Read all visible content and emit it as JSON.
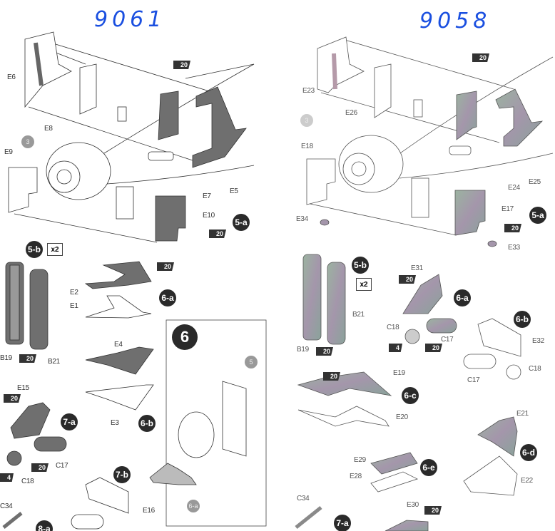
{
  "left": {
    "handwritten_number": "9061",
    "labels": {
      "E6": "E6",
      "E8": "E8",
      "E9": "E9",
      "E7": "E7",
      "E5": "E5",
      "E10": "E10",
      "B19": "B19",
      "B21": "B21",
      "E2": "E2",
      "E1": "E1",
      "E4": "E4",
      "E3": "E3",
      "E15": "E15",
      "C17": "C17",
      "C18": "C18",
      "E16": "E16",
      "C34": "C34"
    },
    "steps": {
      "s5a": "5-a",
      "s5b": "5-b",
      "s6a": "6-a",
      "s6b": "6-b",
      "s6": "6",
      "s7a": "7-a",
      "s7b": "7-b",
      "s8a": "8-a"
    },
    "refs": {
      "r3": "3",
      "r5": "5",
      "r6a": "6-a"
    },
    "quantity": "x2",
    "paint_codes": {
      "p20": "20",
      "p4": "4"
    }
  },
  "right": {
    "handwritten_number": "9058",
    "labels": {
      "E23": "E23",
      "E26": "E26",
      "E18": "E18",
      "E34": "E34",
      "E24": "E24",
      "E25": "E25",
      "E17": "E17",
      "E33": "E33",
      "B21": "B21",
      "B19": "B19",
      "E31": "E31",
      "C18": "C18",
      "C17": "C17",
      "E32": "E32",
      "E19": "E19",
      "E20": "E20",
      "E21": "E21",
      "E22": "E22",
      "E29": "E29",
      "E28": "E28",
      "C34": "C34",
      "E30": "E30"
    },
    "steps": {
      "s5a": "5-a",
      "s5b": "5-b",
      "s6a": "6-a",
      "s6b": "6-b",
      "s6c": "6-c",
      "s6d": "6-d",
      "s6e": "6-e",
      "s7a": "7-a"
    },
    "refs": {
      "r3": "3"
    },
    "quantity": "x2",
    "paint_codes": {
      "p20": "20",
      "p4": "4"
    }
  },
  "colors": {
    "ink": "#2a2a2a",
    "part_gray": "#6f6f6f",
    "handwriting": "#1a4fe0",
    "part_tint_green": "#8fa896",
    "part_tint_purple": "#9b8aa0"
  }
}
